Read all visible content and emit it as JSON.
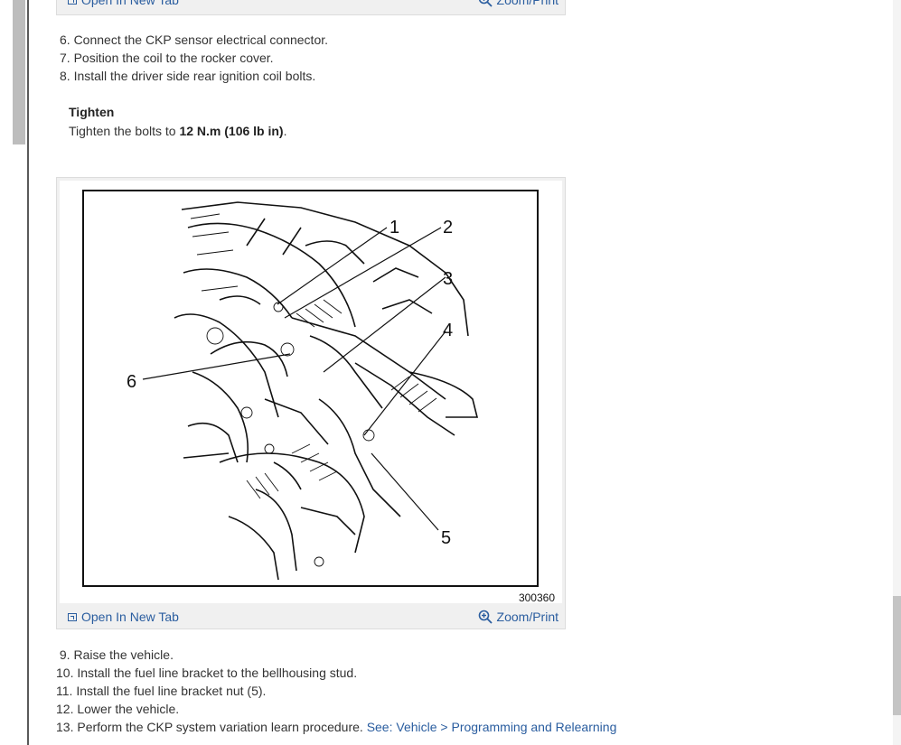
{
  "figure_panel": {
    "open_label": "Open In New Tab",
    "zoom_label": "Zoom/Print",
    "figure_id": "300360"
  },
  "steps_before": [
    {
      "text": "6. Connect the CKP sensor electrical connector."
    },
    {
      "text": "7.  Position the coil to the rocker cover."
    },
    {
      "text": "8. Install the driver side rear ignition coil bolts."
    }
  ],
  "tighten": {
    "title": "Tighten",
    "prefix": "Tighten the bolts to ",
    "torque": "12 N.m (106 lb in)",
    "suffix": "."
  },
  "callouts": [
    "1",
    "2",
    "3",
    "4",
    "5",
    "6"
  ],
  "steps_after": [
    {
      "text": " 9. Raise the vehicle."
    },
    {
      "text": "10. Install the fuel line bracket to the bellhousing stud."
    },
    {
      "text": "11. Install the fuel line bracket nut (5)."
    },
    {
      "text": "12. Lower the vehicle."
    },
    {
      "text": "13. Perform the CKP system variation learn procedure. ",
      "link": "See: Vehicle > Programming and Relearning"
    }
  ],
  "colors": {
    "link": "#2a5d9f",
    "text": "#333333",
    "panel": "#f0f0f0"
  }
}
